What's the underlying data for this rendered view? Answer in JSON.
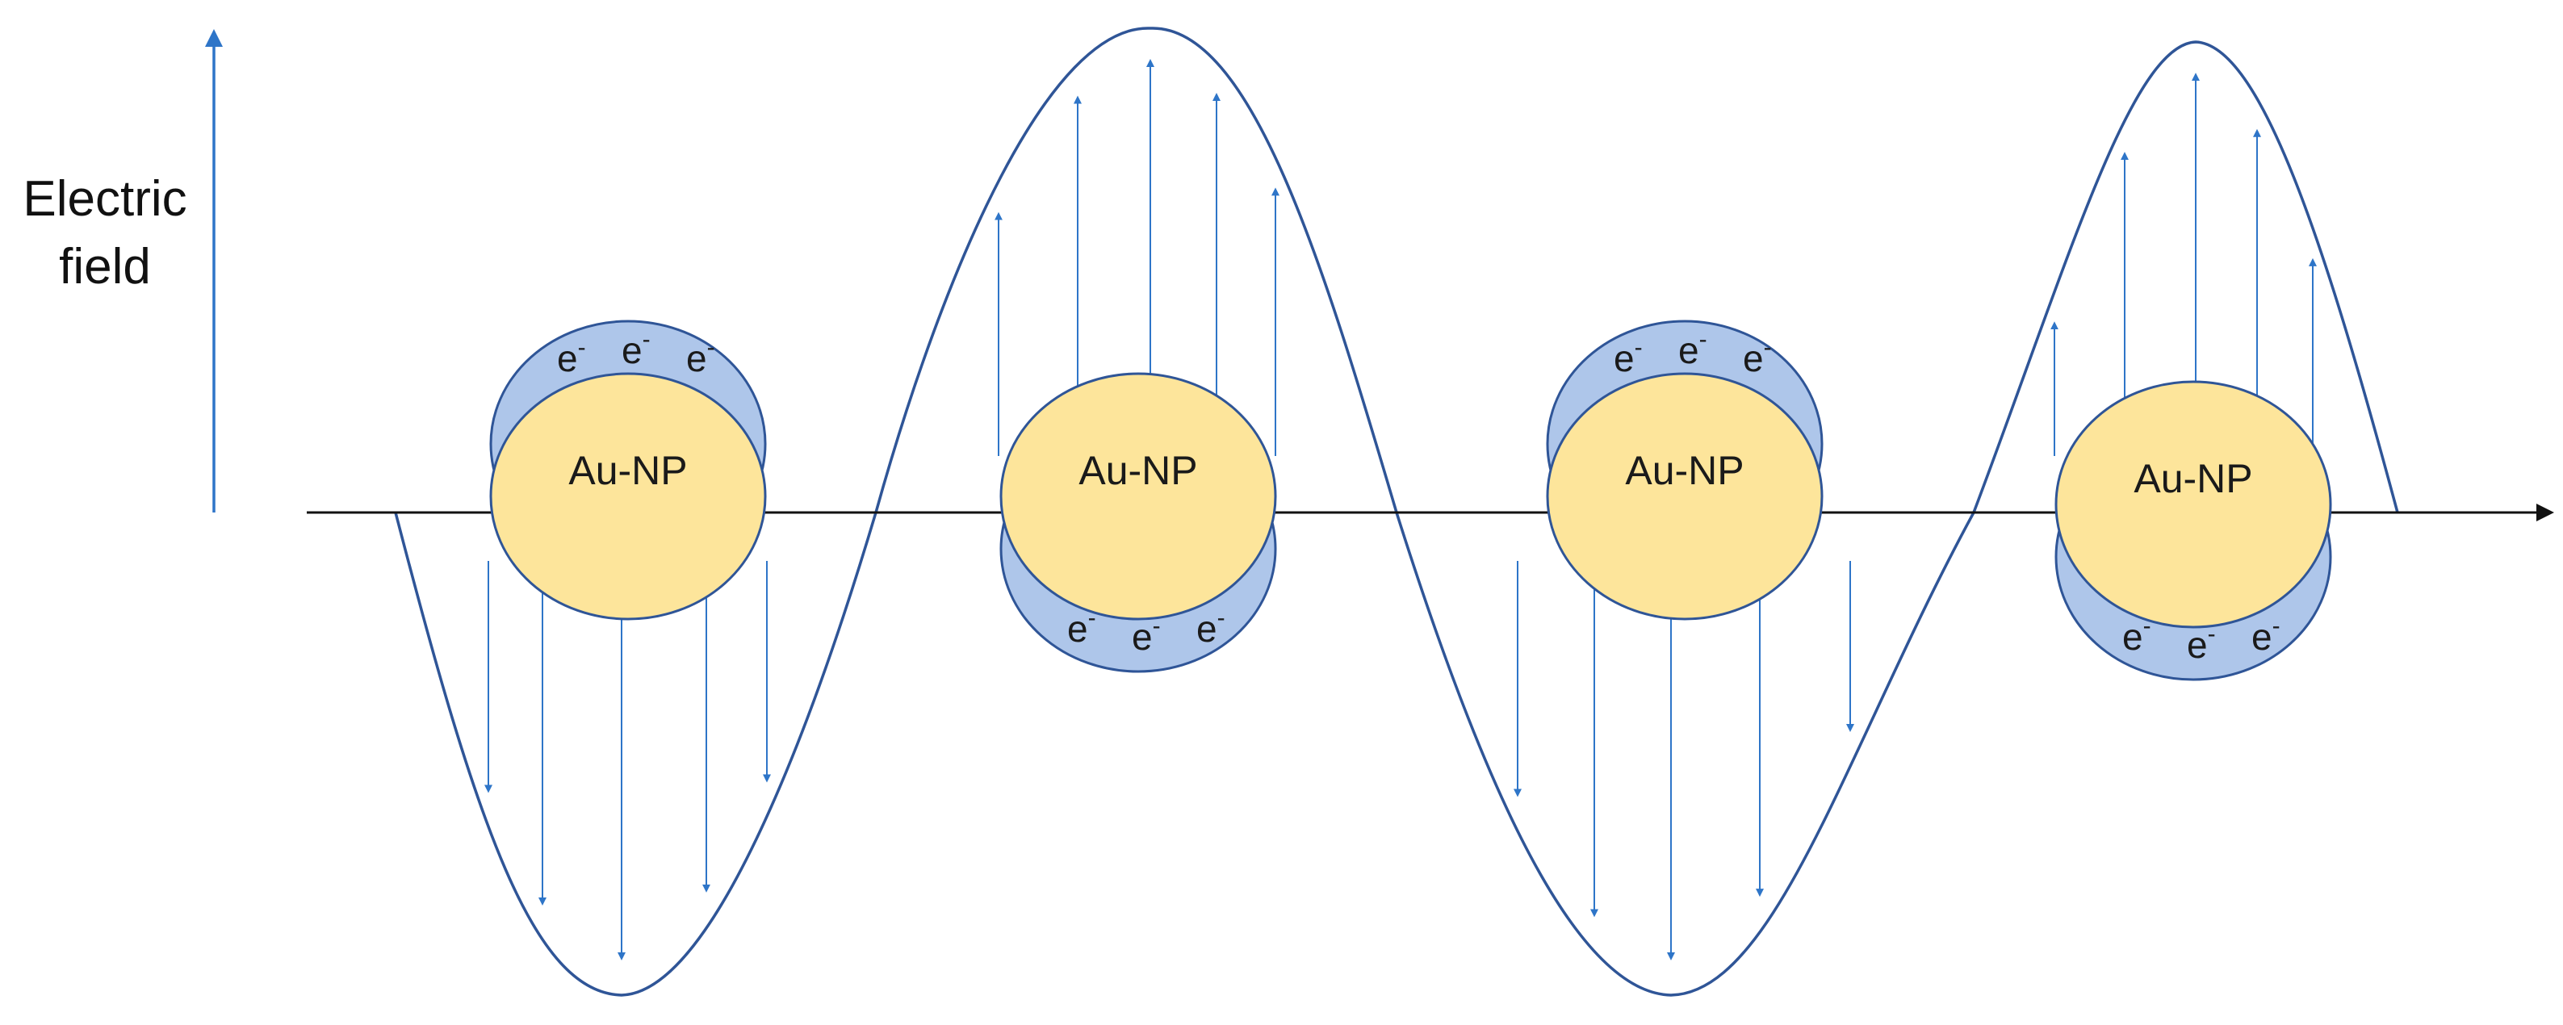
{
  "field_axis_label": [
    "Electric",
    "field"
  ],
  "nanoparticle_label": "Au-NP",
  "electron_symbol": "e",
  "electron_charge": "-",
  "colors": {
    "wave": "#2f5597",
    "arrow": "#2e75c8",
    "nanoparticle_fill": "#fde59b",
    "nanoparticle_stroke": "#2f5597",
    "electron_cloud_fill": "#aec6ea",
    "axis": "#111111",
    "text": "#111111"
  },
  "particles": [
    {
      "name": "np-1",
      "electron_cloud": "top"
    },
    {
      "name": "np-2",
      "electron_cloud": "bottom"
    },
    {
      "name": "np-3",
      "electron_cloud": "top"
    },
    {
      "name": "np-4",
      "electron_cloud": "bottom"
    }
  ],
  "electrons_per_cloud": 3
}
